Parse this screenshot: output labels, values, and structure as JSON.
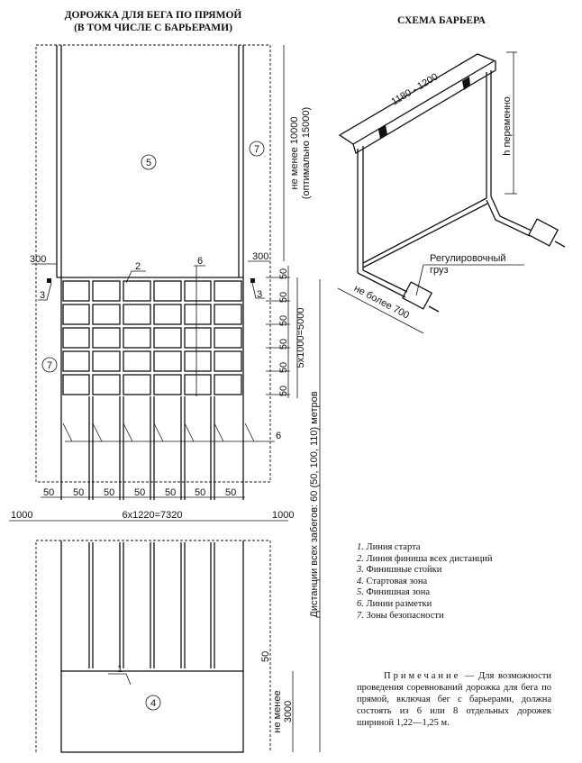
{
  "track_title": [
    "ДОРОЖКА ДЛЯ БЕГА ПО ПРЯМОЙ",
    "(В ТОМ ЧИСЛЕ С БАРЬЕРАМИ)"
  ],
  "barrier_title": "СХЕМА БАРЬЕРА",
  "track": {
    "callouts": {
      "c1": "1",
      "c2": "2",
      "c3": "3",
      "c4": "4",
      "c5": "5",
      "c6": "6",
      "c7": "7"
    },
    "dim_300": "300",
    "dim_50": "50",
    "dim_1000": "1000",
    "dim_width": "6х1220=7320",
    "dim_grid": "5х1000=5000",
    "finish_len": [
      "не менее 10000",
      "(оптимально 15000)"
    ],
    "distances": "Дистанции всех забегов: 60 (50, 100, 110) метров",
    "start_len": [
      "не менее",
      "3000"
    ]
  },
  "barrier": {
    "width": "1180 - 1200",
    "height": "h переменно",
    "base": "не более 700",
    "weight": [
      "Регулировочный",
      "груз"
    ]
  },
  "legend": [
    {
      "n": "1.",
      "text": "Линия старта"
    },
    {
      "n": "2.",
      "text": "Линия финиша всех дистанций"
    },
    {
      "n": "3.",
      "text": "Финишные стойки"
    },
    {
      "n": "4.",
      "text": "Стартовая зона"
    },
    {
      "n": "5.",
      "text": "Финишная зона"
    },
    {
      "n": "6.",
      "text": "Линии разметки"
    },
    {
      "n": "7.",
      "text": "Зоны безопасности"
    }
  ],
  "note": {
    "label": "Примечание",
    "text": " — Для возможности проведения соревнований дорожка для бега по прямой, включая бег с барьерами, должна состоять из 6 или 8 отдельных дорожек шириной 1,22—1,25 м."
  }
}
